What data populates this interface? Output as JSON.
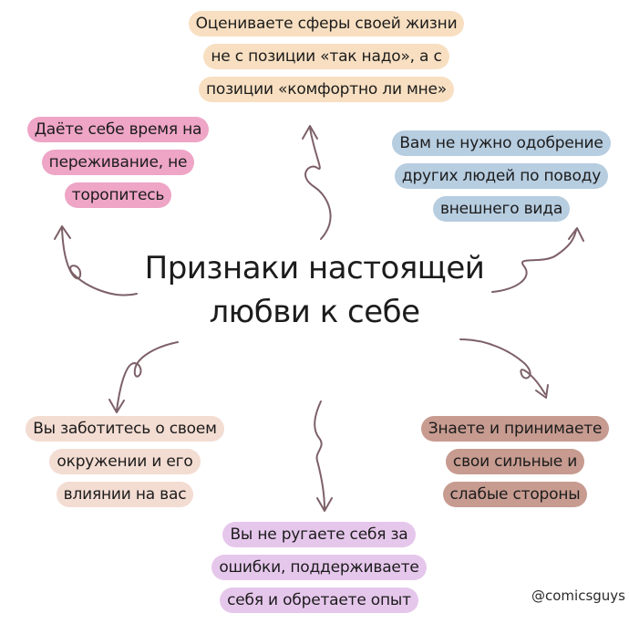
{
  "title": {
    "line1": "Признаки настоящей",
    "line2": "любви к себе"
  },
  "nodes": {
    "top": {
      "lines": [
        "Оцениваете сферы своей жизни",
        "не с позиции «так надо», а с",
        "позиции «комфортно ли мне»"
      ],
      "color": "#f8dfc1"
    },
    "left": {
      "lines": [
        "Даёте себе время на",
        "переживание, не",
        "торопитесь"
      ],
      "color": "#eea5c6"
    },
    "right": {
      "lines": [
        "Вам не нужно одобрение",
        "других людей по поводу",
        "внешнего вида"
      ],
      "color": "#b7cde0"
    },
    "bottom_left": {
      "lines": [
        "Вы заботитесь о своем",
        "окружении и его",
        "влиянии на вас"
      ],
      "color": "#f3dcd2"
    },
    "bottom_right": {
      "lines": [
        "Знаете и принимаете",
        "свои сильные и",
        "слабые стороны"
      ],
      "color": "#c79b90"
    },
    "bottom": {
      "lines": [
        "Вы не ругаете себя за",
        "ошибки, поддерживаете",
        "себя и обретаете опыт"
      ],
      "color": "#e6c7ec"
    }
  },
  "watermark": "@comicsguys",
  "arrow_color": "#7d6068"
}
